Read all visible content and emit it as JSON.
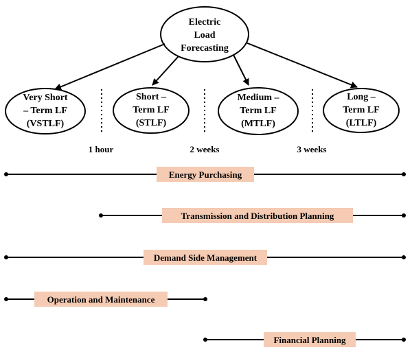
{
  "colors": {
    "background": "#ffffff",
    "stroke": "#000000",
    "label_fill": "#f5cbb3"
  },
  "root": {
    "lines": [
      "Electric",
      "Load",
      "Forecasting"
    ]
  },
  "categories": [
    {
      "key": "vstlf",
      "lines": [
        "Very Short",
        "– Term LF",
        "(VSTLF)"
      ]
    },
    {
      "key": "stlf",
      "lines": [
        "Short –",
        "Term LF",
        "(STLF)"
      ]
    },
    {
      "key": "mtlf",
      "lines": [
        "Medium –",
        "Term LF",
        "(MTLF)"
      ]
    },
    {
      "key": "ltlf",
      "lines": [
        "Long –",
        "Term LF",
        "(LTLF)"
      ]
    }
  ],
  "boundaries": [
    "1 hour",
    "2 weeks",
    "3 weeks"
  ],
  "applications": [
    {
      "key": "energy-purchasing",
      "label": "Energy Purchasing"
    },
    {
      "key": "transmission-distribution-planning",
      "label": "Transmission and Distribution Planning"
    },
    {
      "key": "demand-side-management",
      "label": "Demand Side Management"
    },
    {
      "key": "operation-maintenance",
      "label": "Operation and Maintenance"
    },
    {
      "key": "financial-planning",
      "label": "Financial Planning"
    }
  ]
}
